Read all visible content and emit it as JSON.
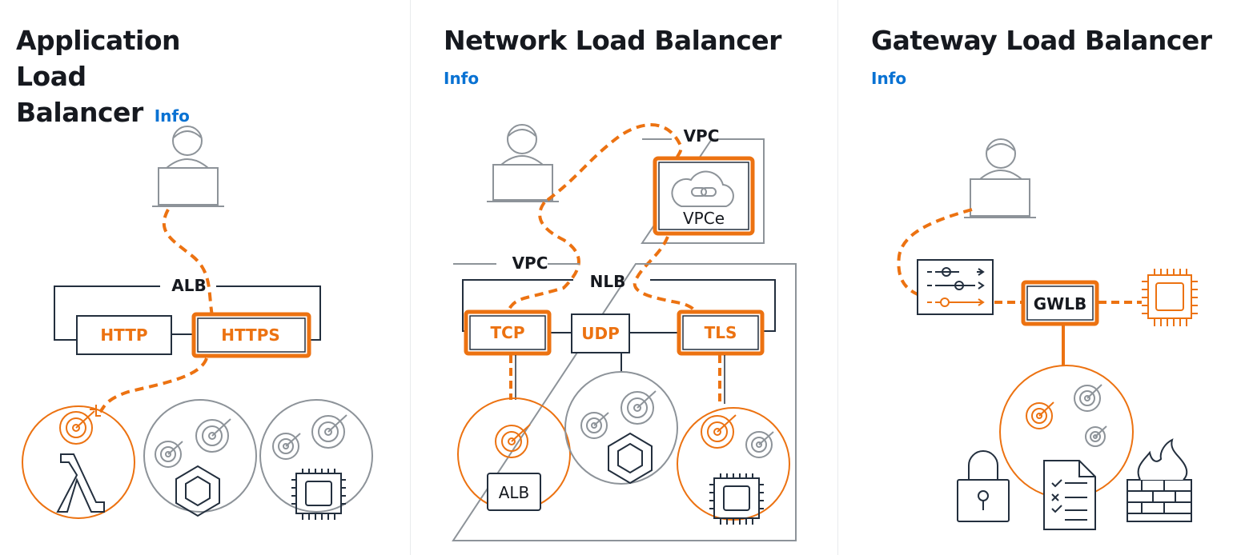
{
  "cards": [
    {
      "title_line1": "Application Load",
      "title_line2": "Balancer",
      "info": "Info",
      "diagram": {
        "lb": "ALB",
        "listeners": [
          "HTTP",
          "HTTPS"
        ]
      }
    },
    {
      "title": "Network Load Balancer",
      "info": "Info",
      "diagram": {
        "vpc_top": "VPC",
        "endpoint": "VPCe",
        "vpc_main": "VPC",
        "lb": "NLB",
        "listeners": [
          "TCP",
          "UDP",
          "TLS"
        ],
        "target": "ALB"
      }
    },
    {
      "title": "Gateway Load Balancer",
      "info": "Info",
      "diagram": {
        "lb": "GWLB"
      }
    }
  ],
  "colors": {
    "accent": "#ec7211",
    "link": "#0972d3",
    "gray": "#8d9399",
    "ink": "#232f3e"
  },
  "icons": [
    "user-laptop-icon",
    "target-icon",
    "lambda-icon",
    "container-icon",
    "chip-icon",
    "cloud-link-icon",
    "rules-icon",
    "lock-icon",
    "checklist-icon",
    "firewall-icon"
  ]
}
